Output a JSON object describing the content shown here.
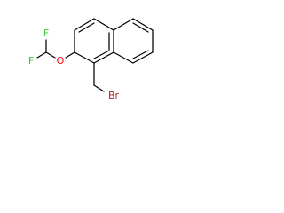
{
  "molecule": {
    "atoms": {
      "fluorine_top": {
        "label": "F",
        "color": "#33cc33"
      },
      "fluorine_bottom": {
        "label": "F",
        "color": "#33cc33"
      },
      "oxygen": {
        "label": "O",
        "color": "#ff0000"
      },
      "bromine": {
        "label": "Br",
        "color": "#a52a2a"
      }
    },
    "bond_color": "#000000"
  }
}
